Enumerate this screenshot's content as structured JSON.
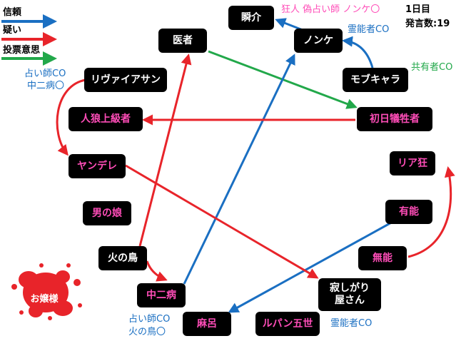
{
  "legend": [
    {
      "label": "信頼",
      "color": "#1a6fc2"
    },
    {
      "label": "疑い",
      "color": "#e8242a"
    },
    {
      "label": "投票意思",
      "color": "#22a84a"
    }
  ],
  "info": {
    "day": "1日目",
    "count": "発言数:19"
  },
  "nodes": {
    "shunsuke": "瞬介",
    "nonke": "ノンケ",
    "isha": "医者",
    "mobu": "モブキャラ",
    "livaiasan": "リヴァイアサン",
    "shonichi": "初日犠牲者",
    "jinrou": "人狼上級者",
    "yandere": "ヤンデレ",
    "riakyo": "リア狂",
    "otokonoko": "男の娘",
    "yuunou": "有能",
    "hinotori": "火の鳥",
    "munou": "無能",
    "chunibyo": "中二病",
    "sabishi_line1": "寂しがり",
    "sabishi_line2": "屋さん",
    "maro": "麻呂",
    "lupin": "ルパン五世"
  },
  "annotations": {
    "shunsuke_note": "狂人 偽占い師 ノンケ〇",
    "nonke_note": "霊能者CO",
    "mobu_note": "共有者CO",
    "livai_note1": "占い師CO",
    "livai_note2": "中二病〇",
    "chuni_note1": "占い師CO",
    "chuni_note2": "火の鳥〇",
    "sabishi_note": "霊能者CO"
  },
  "splat_label": "お嬢様",
  "colors": {
    "trust": "#1a6fc2",
    "doubt": "#e8242a",
    "vote": "#22a84a",
    "splat": "#e8242a"
  }
}
